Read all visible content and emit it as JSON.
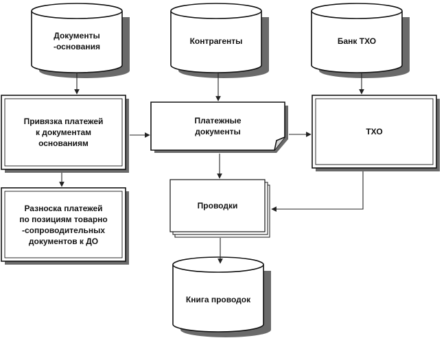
{
  "nodes": {
    "doc_basis": {
      "label": "Документы\n-основания"
    },
    "counterparties": {
      "label": "Контрагенты"
    },
    "bank_tho": {
      "label": "Банк ТХО"
    },
    "link_payments": {
      "label": "Привязка платежей\nк документам\nоснованиям"
    },
    "payment_docs": {
      "label": "Платежные\nдокументы"
    },
    "tho": {
      "label": "ТХО"
    },
    "distribute_payments": {
      "label": "Разноска платежей\nпо позициям товарно\n-сопроводительных\nдокументов к ДО"
    },
    "postings": {
      "label": "Проводки"
    },
    "postings_book": {
      "label": "Книга проводок"
    }
  }
}
